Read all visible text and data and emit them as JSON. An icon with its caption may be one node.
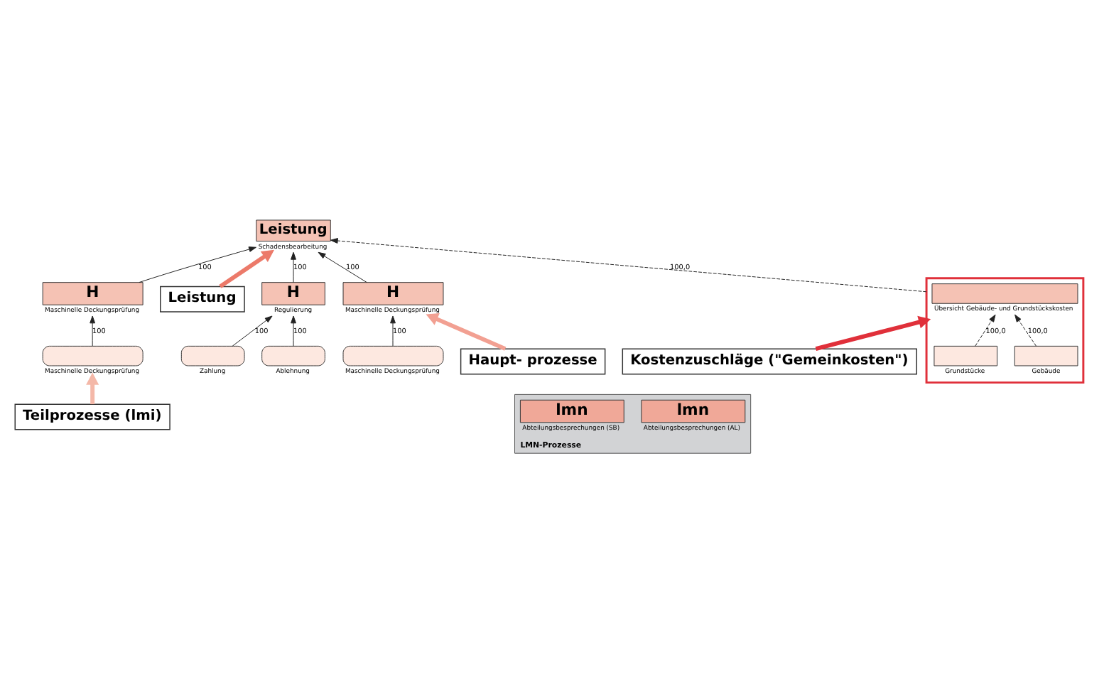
{
  "diagram": {
    "nodes": [
      {
        "text": [
          "Haupt- prozesse"
        ]
      },
      {
        "text": [
          "Leistung"
        ]
      },
      {
        "text": [
          "Leistung"
        ],
        "beside": [
          "Schadensbearbeitung"
        ]
      },
      {
        "text": [
          "H"
        ],
        "beside": [
          "Maschinelle Deckungsprüfung"
        ]
      },
      {
        "text": [
          "H"
        ],
        "beside": [
          "Maschinelle Deckungsprüfung"
        ]
      },
      {
        "text": [
          "H"
        ],
        "beside": [
          "Regulierung"
        ]
      },
      {
        "text": [],
        "shape": "chevron",
        "beside": [
          "Maschinelle Deckungsprüfung"
        ]
      },
      {
        "text": [],
        "shape": "chevron",
        "beside": [
          "Maschinelle Deckungsprüfung"
        ]
      },
      {
        "text": [],
        "shape": "chevron",
        "beside": [
          "Zahlung"
        ]
      },
      {
        "text": [],
        "shape": "chevron",
        "beside": [
          "Ablehnung"
        ]
      },
      {
        "text": [
          "LMN-Prozesse"
        ]
      },
      {
        "text": [
          "lmn"
        ],
        "in": 10,
        "beside": [
          "Abteilungsbesprechungen (AL)"
        ]
      },
      {
        "text": [
          "lmn"
        ],
        "in": 10,
        "beside": [
          "Abteilungsbesprechungen (SB)"
        ]
      },
      {
        "text": [
          "Teilprozesse (lmi)"
        ]
      },
      {
        "text": [
          "Kostenzuschläge (\"Gemeinkosten\")"
        ]
      },
      {
        "text": [],
        "shape": "box"
      },
      {
        "text": [],
        "shape": "box",
        "in": 15,
        "beside": [
          "Übersicht Gebäude- und Grundstückskosten"
        ]
      },
      {
        "text": [],
        "shape": "box",
        "in": 15,
        "beside": [
          "Gebäude"
        ]
      },
      {
        "text": [],
        "shape": "box",
        "in": 15,
        "beside": [
          "Grundstücke"
        ]
      }
    ],
    "edges": [
      {
        "from": 0,
        "to": 3,
        "arrow": "to",
        "style": "thick",
        "color": "#f2a092"
      },
      {
        "from": 1,
        "to": 2,
        "arrow": "to",
        "style": "thick",
        "color": "#ec7a6a"
      },
      {
        "from": 3,
        "to": 2,
        "arrow": "to",
        "label": "100"
      },
      {
        "from": 4,
        "to": 2,
        "arrow": "to",
        "label": "100"
      },
      {
        "from": 5,
        "to": 2,
        "arrow": "to",
        "label": "100"
      },
      {
        "from": 6,
        "to": 3,
        "arrow": "to",
        "label": "100"
      },
      {
        "from": 7,
        "to": 4,
        "arrow": "to",
        "label": "100"
      },
      {
        "from": 8,
        "to": 5,
        "arrow": "to",
        "label": "100"
      },
      {
        "from": 9,
        "to": 5,
        "arrow": "to",
        "label": "100"
      },
      {
        "from": 13,
        "to": 7,
        "arrow": "to",
        "style": "thick",
        "color": "#f4b8a8"
      },
      {
        "from": 14,
        "to": 15,
        "arrow": "to",
        "style": "thick",
        "color": "#e0303a"
      },
      {
        "from": 15,
        "to": 2,
        "arrow": "to",
        "style": "dashed",
        "label": "100,0"
      },
      {
        "from": 17,
        "to": 16,
        "arrow": "to",
        "style": "dashed",
        "label": "100,0"
      },
      {
        "from": 18,
        "to": 16,
        "arrow": "to",
        "style": "dashed",
        "label": "100,0"
      }
    ]
  }
}
